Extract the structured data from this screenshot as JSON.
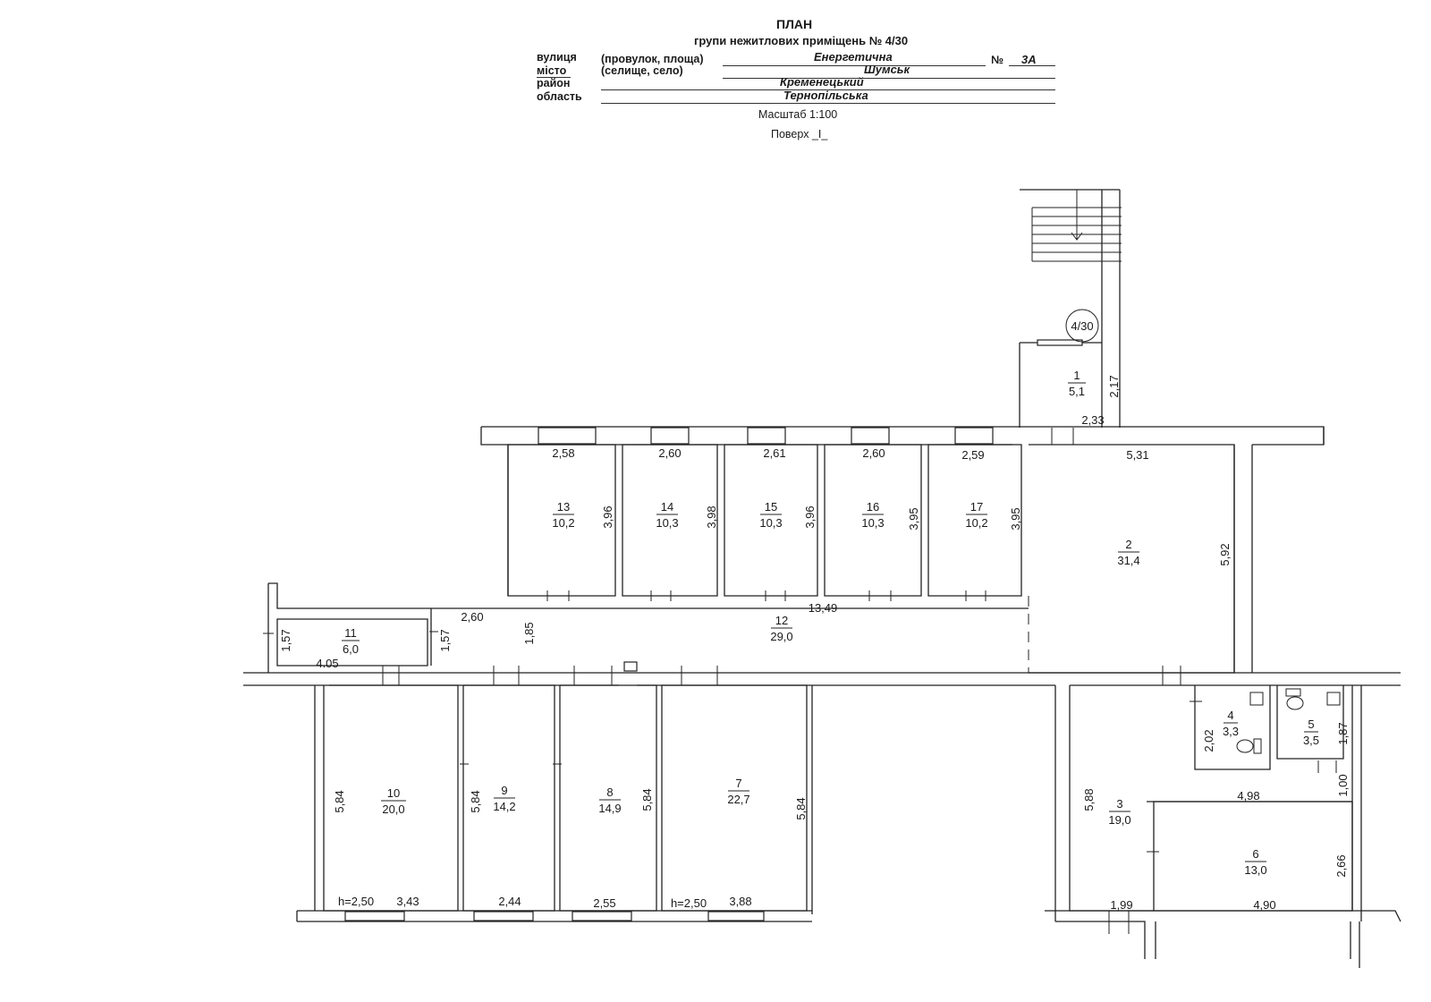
{
  "header": {
    "title": "ПЛАН",
    "subtitle": "групи нежитлових приміщень № 4/30",
    "street_label": "вулиця",
    "street_note": "(провулок, площа)",
    "street_value": "Енергетична",
    "number_label": "№",
    "number_value": "3А",
    "city_label": "місто",
    "city_note": "(селище, село)",
    "city_value": "Шумськ",
    "district_label": "район",
    "district_value": "Кременецький",
    "region_label": "область",
    "region_value": "Тернопільська",
    "scale": "Масштаб 1:100",
    "floor": "Поверх _I_"
  },
  "plan": {
    "group_mark": "4/30",
    "rooms": [
      {
        "no": "1",
        "area": "5,1"
      },
      {
        "no": "2",
        "area": "31,4"
      },
      {
        "no": "3",
        "area": "19,0"
      },
      {
        "no": "4",
        "area": "3,3"
      },
      {
        "no": "5",
        "area": "3,5"
      },
      {
        "no": "6",
        "area": "13,0"
      },
      {
        "no": "7",
        "area": "22,7"
      },
      {
        "no": "8",
        "area": "14,9"
      },
      {
        "no": "9",
        "area": "14,2"
      },
      {
        "no": "10",
        "area": "20,0"
      },
      {
        "no": "11",
        "area": "6,0"
      },
      {
        "no": "12",
        "area": "29,0"
      },
      {
        "no": "13",
        "area": "10,2"
      },
      {
        "no": "14",
        "area": "10,3"
      },
      {
        "no": "15",
        "area": "10,3"
      },
      {
        "no": "16",
        "area": "10,3"
      },
      {
        "no": "17",
        "area": "10,2"
      }
    ],
    "dimensions": {
      "d_2_17": "2,17",
      "d_2_33": "2,33",
      "d_2_58": "2,58",
      "d_2_60a": "2,60",
      "d_2_61": "2,61",
      "d_2_60b": "2,60",
      "d_2_59": "2,59",
      "d_5_31": "5,31",
      "d_3_96a": "3,96",
      "d_3_98": "3,98",
      "d_3_96b": "3,96",
      "d_3_95a": "3,95",
      "d_3_95b": "3,95",
      "d_5_92": "5,92",
      "d_13_49": "13,49",
      "d_2_60c": "2,60",
      "d_1_57a": "1,57",
      "d_1_57b": "1,57",
      "d_1_85": "1,85",
      "d_4_05": "4.05",
      "d_5_84a": "5,84",
      "d_5_84b": "5,84",
      "d_5_84c": "5,84",
      "d_5_84d": "5,84",
      "d_h1": "h=2,50",
      "d_3_43": "3,43",
      "d_2_44": "2,44",
      "d_2_55": "2,55",
      "d_h2": "h=2,50",
      "d_3_88": "3,88",
      "d_5_88": "5,88",
      "d_2_02": "2,02",
      "d_1_87": "1,87",
      "d_1_00": "1,00",
      "d_4_98": "4,98",
      "d_2_66": "2,66",
      "d_1_99": "1,99",
      "d_4_90": "4,90"
    }
  }
}
